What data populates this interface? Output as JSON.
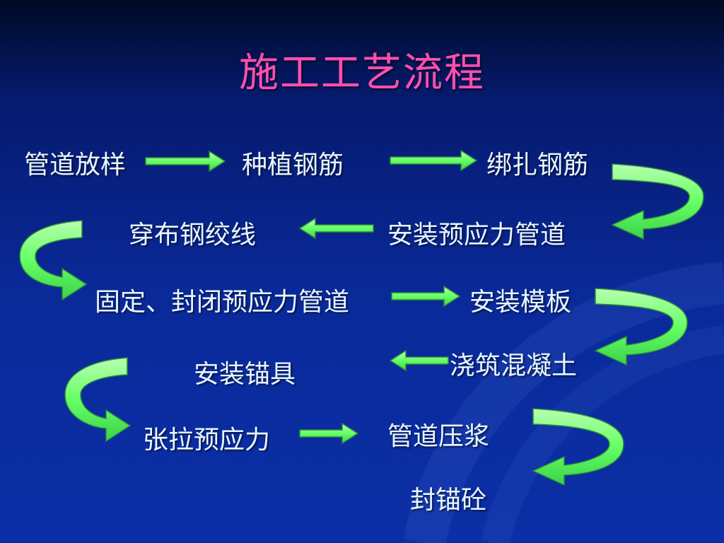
{
  "slide": {
    "title": "施工工艺流程",
    "steps": [
      "管道放样",
      "种植钢筋",
      "绑扎钢筋",
      "安装预应力管道",
      "穿布钢绞线",
      "固定、封闭预应力管道",
      "安装模板",
      "浇筑混凝土",
      "安装锚具",
      "张拉预应力",
      "管道压浆",
      "封锚砼"
    ]
  },
  "colors": {
    "title": "#ff4fb0",
    "text": "#e9f7ff",
    "arrow_fill": "#66ff66",
    "arrow_stroke": "#2d8a3a"
  }
}
